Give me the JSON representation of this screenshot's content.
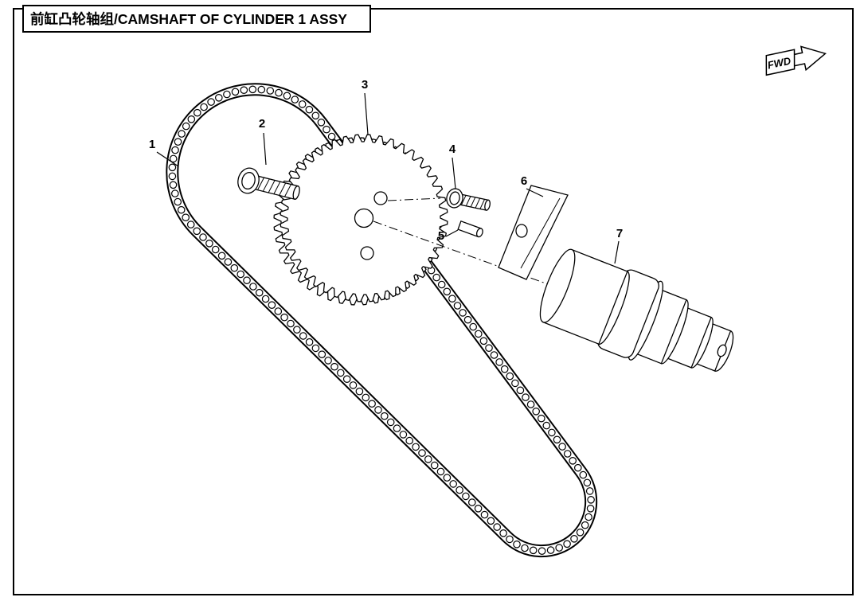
{
  "title": "前缸凸轮轴组/CAMSHAFT OF CYLINDER 1 ASSY",
  "fwd_label": "FWD",
  "part_labels": [
    "1",
    "2",
    "3",
    "4",
    "5",
    "6",
    "7"
  ],
  "colors": {
    "ink": "#000000",
    "paper": "#ffffff"
  }
}
